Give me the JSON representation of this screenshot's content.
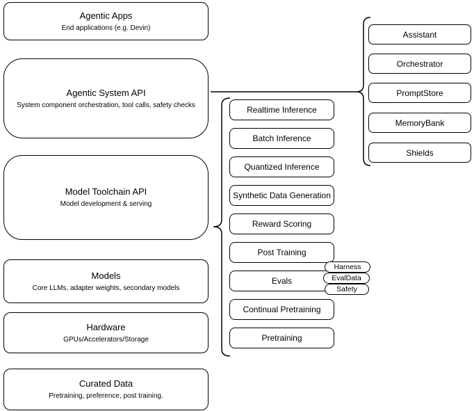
{
  "diagram": {
    "left_stack": [
      {
        "title": "Agentic Apps",
        "subtitle": "End applications (e.g. Devin)"
      },
      {
        "title": "Agentic System API",
        "subtitle": "System component orchestration, tool calls, safety checks"
      },
      {
        "title": "Model Toolchain API",
        "subtitle": "Model development & serving"
      },
      {
        "title": "Models",
        "subtitle": "Core LLMs, adapter weights, secondary models"
      },
      {
        "title": "Hardware",
        "subtitle": "GPUs/Accelerators/Storage"
      },
      {
        "title": "Curated Data",
        "subtitle": "Pretraining, preference, post training."
      }
    ],
    "toolchain_services": [
      "Realtime Inference",
      "Batch Inference",
      "Quantized Inference",
      "Synthetic Data Generation",
      "Reward Scoring",
      "Post Training",
      "Evals",
      "Continual Pretraining",
      "Pretraining"
    ],
    "evals_pills": [
      "Harness",
      "EvalData",
      "Safety"
    ],
    "system_components": [
      "Assistant",
      "Orchestrator",
      "PromptStore",
      "MemoryBank",
      "Shields"
    ],
    "colors": {
      "stroke": "#000000",
      "fill": "#ffffff",
      "background": "#ffffff"
    }
  }
}
